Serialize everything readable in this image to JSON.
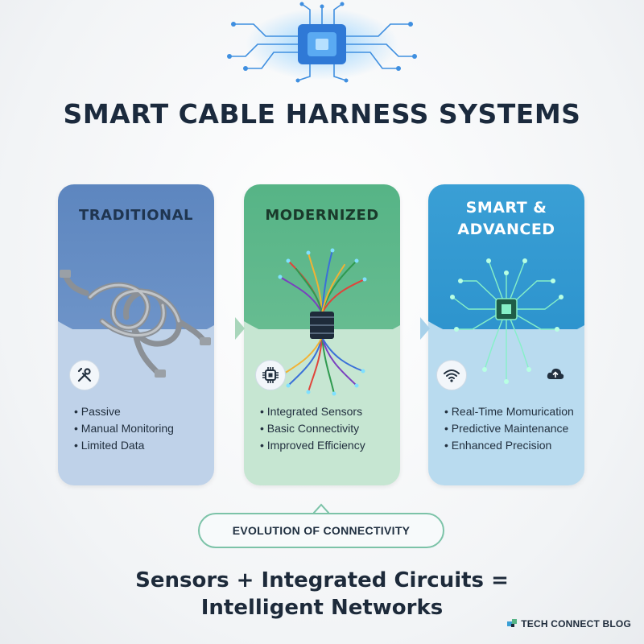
{
  "title": "SMART CABLE HARNESS SYSTEMS",
  "cards": [
    {
      "heading": "TRADITIONAL",
      "icon": "wrench-screwdriver-icon",
      "bullets": [
        "Passive",
        "Manual Monitoring",
        "Limited Data"
      ]
    },
    {
      "heading": "MODERNIZED",
      "icon": "chip-icon",
      "bullets": [
        "Integrated Sensors",
        "Basic Connectivity",
        "Improved Efficiency"
      ]
    },
    {
      "heading_line1": "SMART &",
      "heading_line2": "ADVANCED",
      "icons": [
        "wifi-icon",
        "cloud-upload-icon"
      ],
      "bullets": [
        "Real-Time Momurication",
        "Predictive Maintenance",
        "Enhanced Precision"
      ]
    }
  ],
  "evolution_label": "EVOLUTION OF CONNECTIVITY",
  "tagline_line1": "Sensors + Integrated Circuits =",
  "tagline_line2": "Intelligent Networks",
  "brand": "TECH CONNECT BLOG",
  "colors": {
    "traditional": "#5d86bf",
    "modernized": "#56b486",
    "smart": "#2c93cd",
    "accent": "#7cc3a8"
  }
}
